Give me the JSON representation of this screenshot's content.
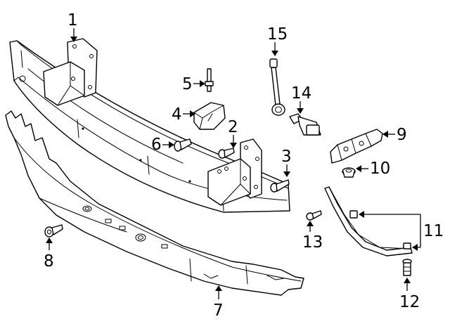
{
  "callouts": {
    "c1": "1",
    "c2": "2",
    "c3": "3",
    "c4": "4",
    "c5": "5",
    "c6": "6",
    "c7": "7",
    "c8": "8",
    "c9": "9",
    "c10": "10",
    "c11": "11",
    "c12": "12",
    "c13": "13",
    "c14": "14",
    "c15": "15"
  }
}
